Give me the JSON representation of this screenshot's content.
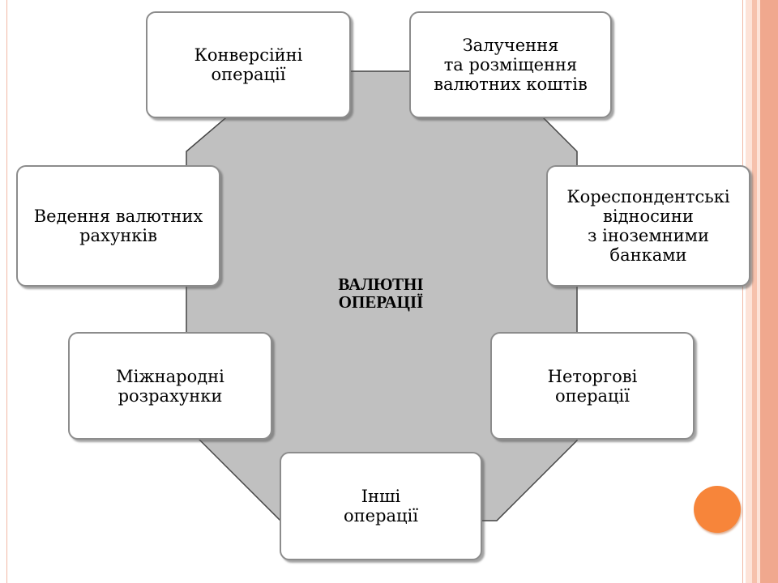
{
  "diagram": {
    "center_label": "ВАЛЮТНІ\nОПЕРАЦІЇ",
    "boxes": {
      "conversion": "Конверсійні\nоперації",
      "attraction": "Залучення\nта розміщення\nвалютних коштів",
      "accounts": "Ведення валютних\nрахунків",
      "correspondent": "Кореспондентські\nвідносини\nз іноземними\nбанками",
      "settlements": "Міжнародні\nрозрахунки",
      "non_trade": "Неторгові\nоперації",
      "other": "Інші\nоперації"
    }
  },
  "colors": {
    "octagon_fill": "#c0c0c0",
    "octagon_stroke": "#444444",
    "box_border": "#8c8c8c",
    "frame_accent": "#f1b8a4",
    "strip_light": "#fde3d8",
    "strip_mid": "#f6c1ac",
    "strip_dark": "#f0a88e",
    "dot_orange": "#f7853a"
  }
}
